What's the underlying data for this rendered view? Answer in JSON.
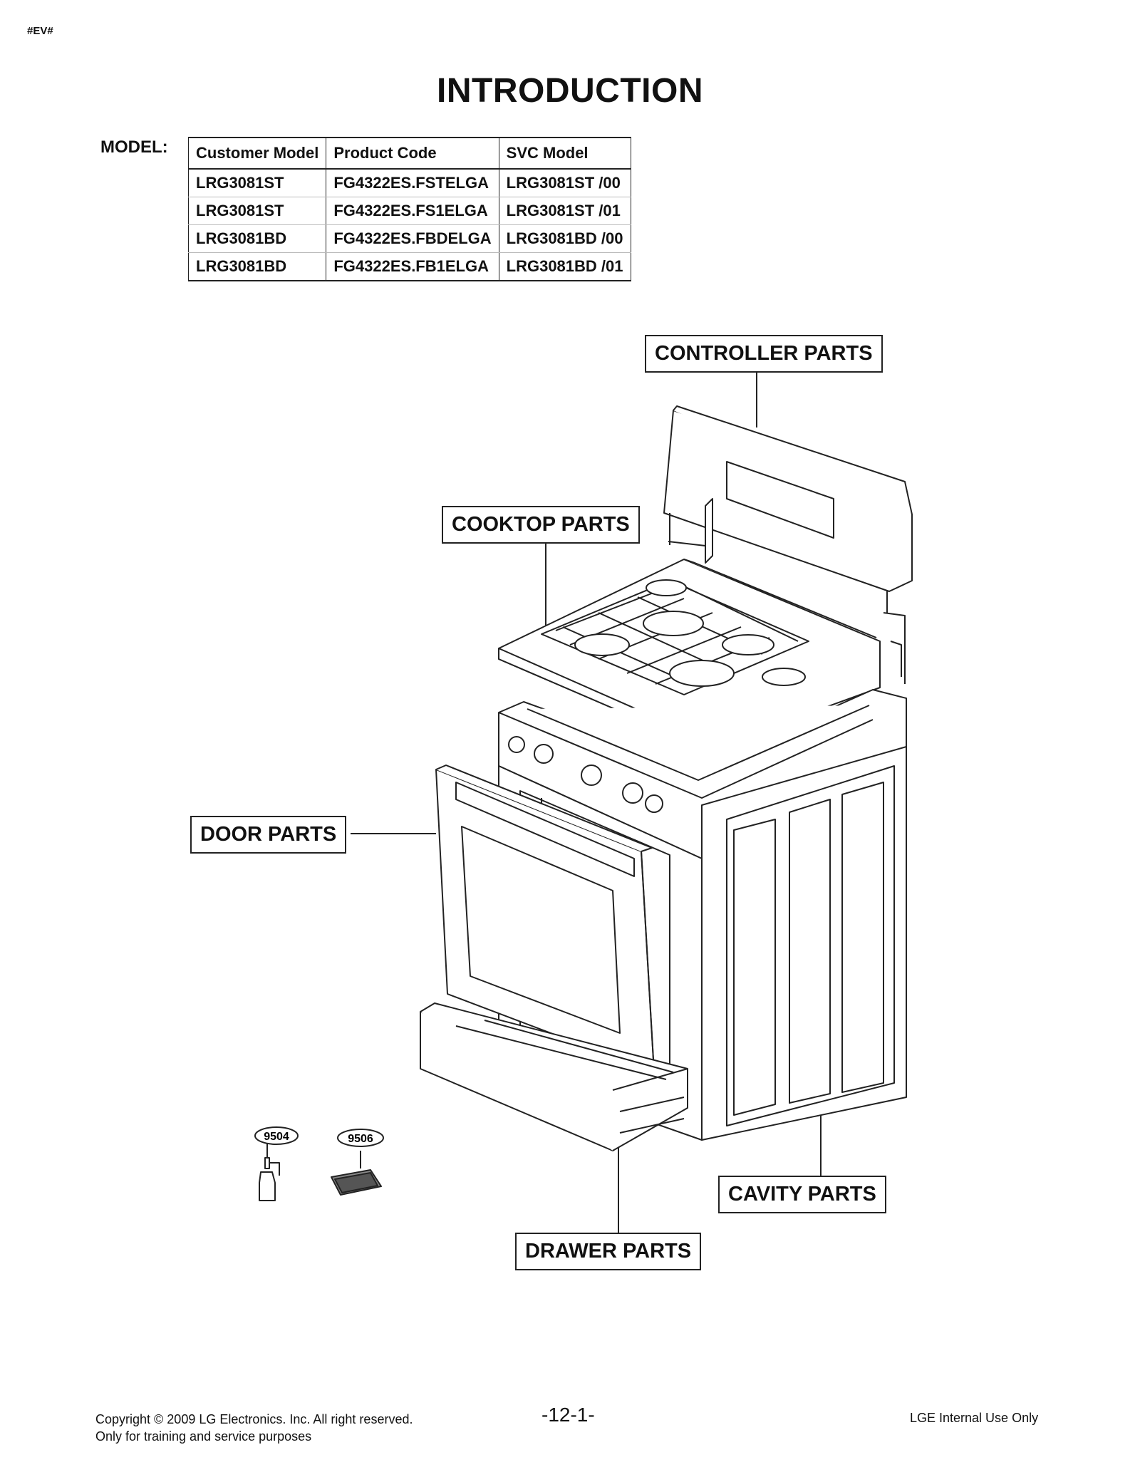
{
  "header": {
    "tag": "#EV#",
    "title": "INTRODUCTION"
  },
  "model_section": {
    "label": "MODEL:",
    "columns": [
      "Customer Model",
      "Product Code",
      "SVC Model"
    ],
    "rows": [
      [
        "LRG3081ST",
        "FG4322ES.FSTELGA",
        "LRG3081ST /00"
      ],
      [
        "LRG3081ST",
        "FG4322ES.FS1ELGA",
        "LRG3081ST /01"
      ],
      [
        "LRG3081BD",
        "FG4322ES.FBDELGA",
        "LRG3081BD /00"
      ],
      [
        "LRG3081BD",
        "FG4322ES.FB1ELGA",
        "LRG3081BD /01"
      ]
    ]
  },
  "callouts": {
    "controller": "CONTROLLER PARTS",
    "cooktop": "COOKTOP PARTS",
    "door": "DOOR PARTS",
    "cavity": "CAVITY PARTS",
    "drawer": "DRAWER PARTS"
  },
  "accessories": [
    {
      "number": "9504",
      "icon": "spray-bottle-icon"
    },
    {
      "number": "9506",
      "icon": "cleaning-pad-icon"
    }
  ],
  "footer": {
    "copyright": "Copyright © 2009 LG Electronics. Inc. All right reserved.",
    "training_note": "Only for training and service purposes",
    "page_number": "-12-1-",
    "internal": "LGE Internal Use Only"
  }
}
